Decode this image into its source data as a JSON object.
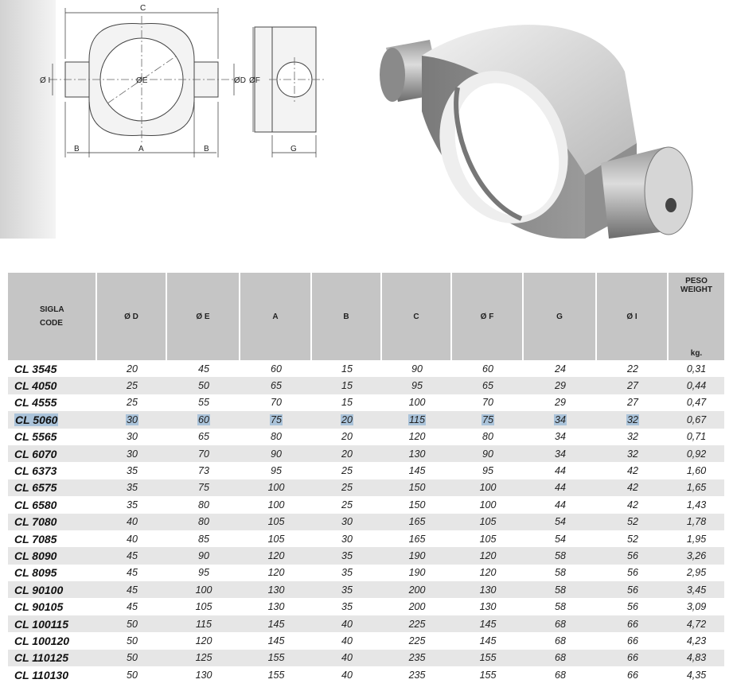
{
  "drawing": {
    "labels": {
      "C": "C",
      "A": "A",
      "B_left": "B",
      "B_right": "B",
      "E": "ØE",
      "D": "ØD",
      "F": "ØF",
      "I": "Ø I",
      "G": "G"
    }
  },
  "table": {
    "headers": {
      "code_line1": "SIGLA",
      "code_line2": "CODE",
      "d": "Ø D",
      "e": "Ø E",
      "a": "A",
      "b": "B",
      "c": "C",
      "f": "Ø F",
      "g": "G",
      "i": "Ø I",
      "weight_line1": "PESO",
      "weight_line2": "WEIGHT",
      "weight_unit": "kg."
    },
    "rows": [
      {
        "code": "CL 3545",
        "d": "20",
        "e": "45",
        "a": "60",
        "b": "15",
        "c": "90",
        "f": "60",
        "g": "24",
        "i": "22",
        "w": "0,31"
      },
      {
        "code": "CL 4050",
        "d": "25",
        "e": "50",
        "a": "65",
        "b": "15",
        "c": "95",
        "f": "65",
        "g": "29",
        "i": "27",
        "w": "0,44"
      },
      {
        "code": "CL 4555",
        "d": "25",
        "e": "55",
        "a": "70",
        "b": "15",
        "c": "100",
        "f": "70",
        "g": "29",
        "i": "27",
        "w": "0,47"
      },
      {
        "code": "CL 5060",
        "d": "30",
        "e": "60",
        "a": "75",
        "b": "20",
        "c": "115",
        "f": "75",
        "g": "34",
        "i": "32",
        "w": "0,67"
      },
      {
        "code": "CL 5565",
        "d": "30",
        "e": "65",
        "a": "80",
        "b": "20",
        "c": "120",
        "f": "80",
        "g": "34",
        "i": "32",
        "w": "0,71"
      },
      {
        "code": "CL 6070",
        "d": "30",
        "e": "70",
        "a": "90",
        "b": "20",
        "c": "130",
        "f": "90",
        "g": "34",
        "i": "32",
        "w": "0,92"
      },
      {
        "code": "CL 6373",
        "d": "35",
        "e": "73",
        "a": "95",
        "b": "25",
        "c": "145",
        "f": "95",
        "g": "44",
        "i": "42",
        "w": "1,60"
      },
      {
        "code": "CL 6575",
        "d": "35",
        "e": "75",
        "a": "100",
        "b": "25",
        "c": "150",
        "f": "100",
        "g": "44",
        "i": "42",
        "w": "1,65"
      },
      {
        "code": "CL 6580",
        "d": "35",
        "e": "80",
        "a": "100",
        "b": "25",
        "c": "150",
        "f": "100",
        "g": "44",
        "i": "42",
        "w": "1,43"
      },
      {
        "code": "CL 7080",
        "d": "40",
        "e": "80",
        "a": "105",
        "b": "30",
        "c": "165",
        "f": "105",
        "g": "54",
        "i": "52",
        "w": "1,78"
      },
      {
        "code": "CL 7085",
        "d": "40",
        "e": "85",
        "a": "105",
        "b": "30",
        "c": "165",
        "f": "105",
        "g": "54",
        "i": "52",
        "w": "1,95"
      },
      {
        "code": "CL 8090",
        "d": "45",
        "e": "90",
        "a": "120",
        "b": "35",
        "c": "190",
        "f": "120",
        "g": "58",
        "i": "56",
        "w": "3,26"
      },
      {
        "code": "CL 8095",
        "d": "45",
        "e": "95",
        "a": "120",
        "b": "35",
        "c": "190",
        "f": "120",
        "g": "58",
        "i": "56",
        "w": "2,95"
      },
      {
        "code": "CL 90100",
        "d": "45",
        "e": "100",
        "a": "130",
        "b": "35",
        "c": "200",
        "f": "130",
        "g": "58",
        "i": "56",
        "w": "3,45"
      },
      {
        "code": "CL 90105",
        "d": "45",
        "e": "105",
        "a": "130",
        "b": "35",
        "c": "200",
        "f": "130",
        "g": "58",
        "i": "56",
        "w": "3,09"
      },
      {
        "code": "CL 100115",
        "d": "50",
        "e": "115",
        "a": "145",
        "b": "40",
        "c": "225",
        "f": "145",
        "g": "68",
        "i": "66",
        "w": "4,72"
      },
      {
        "code": "CL 100120",
        "d": "50",
        "e": "120",
        "a": "145",
        "b": "40",
        "c": "225",
        "f": "145",
        "g": "68",
        "i": "66",
        "w": "4,23"
      },
      {
        "code": "CL 110125",
        "d": "50",
        "e": "125",
        "a": "155",
        "b": "40",
        "c": "235",
        "f": "155",
        "g": "68",
        "i": "66",
        "w": "4,83"
      },
      {
        "code": "CL 110130",
        "d": "50",
        "e": "130",
        "a": "155",
        "b": "40",
        "c": "235",
        "f": "155",
        "g": "68",
        "i": "66",
        "w": "4,35"
      }
    ],
    "highlighted_row": 3
  },
  "colors": {
    "header_bg": "#c5c5c5",
    "alt_row_bg": "#e6e6e6",
    "selection": "#aac3da"
  }
}
